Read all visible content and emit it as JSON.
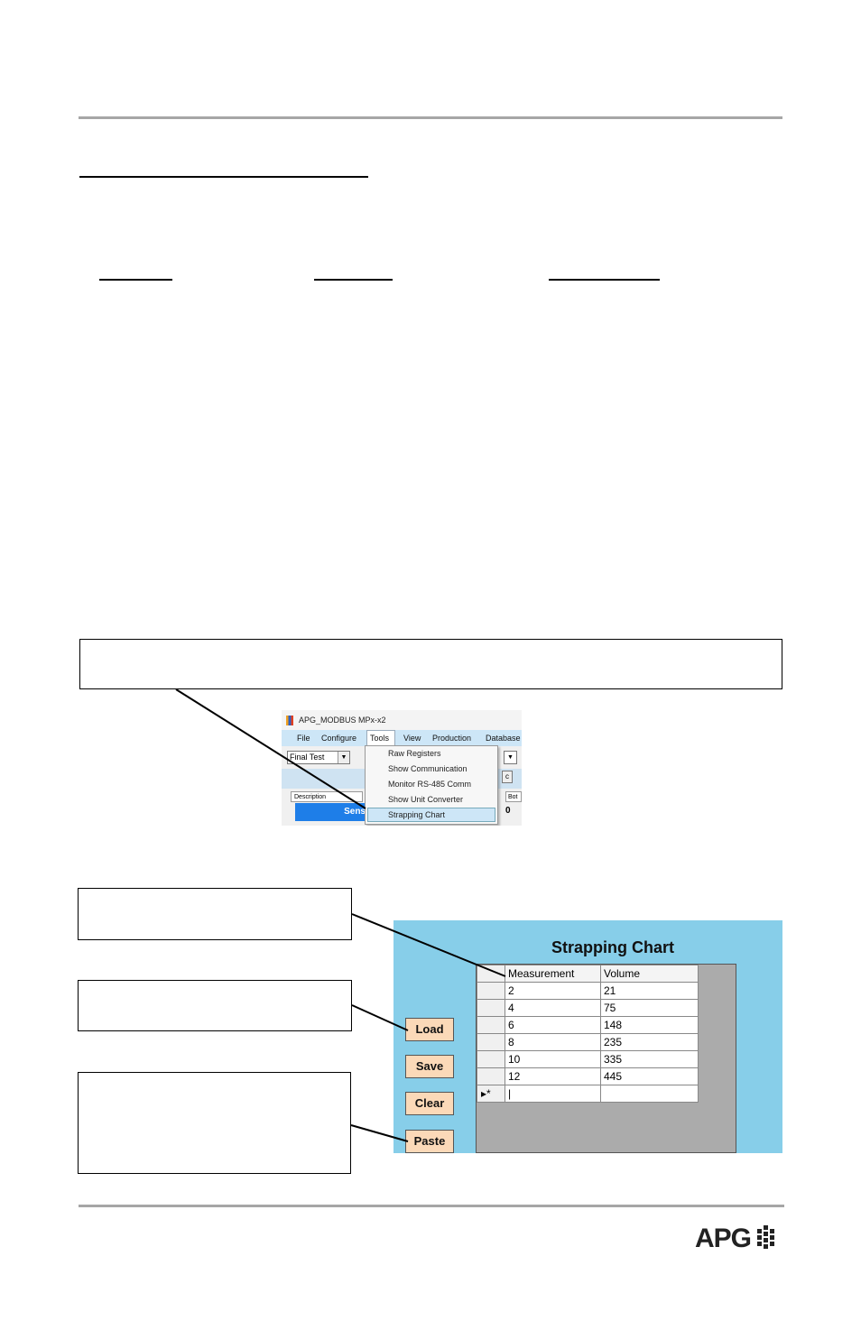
{
  "tools_screenshot": {
    "window_title": "APG_MODBUS MPx-x2",
    "menu": [
      "File",
      "Configure",
      "Tools",
      "View",
      "Production",
      "Database"
    ],
    "profile_select": "Final Test",
    "button_c": "c",
    "grid_header_description": "Description",
    "grid_header_bot": "Bot",
    "sensor_cell": "Sens",
    "value_cell": "0",
    "tools_items": [
      "Raw Registers",
      "Show Communication",
      "Monitor RS-485 Comm",
      "Show Unit Converter",
      "Strapping Chart"
    ]
  },
  "strapping_chart": {
    "title": "Strapping Chart",
    "columns": [
      "Measurement",
      "Volume"
    ],
    "rows": [
      [
        "2",
        "21"
      ],
      [
        "4",
        "75"
      ],
      [
        "6",
        "148"
      ],
      [
        "8",
        "235"
      ],
      [
        "10",
        "335"
      ],
      [
        "12",
        "445"
      ]
    ],
    "new_row_marker": "▸*",
    "buttons": {
      "load": "Load",
      "save": "Save",
      "clear": "Clear",
      "paste": "Paste"
    }
  },
  "footer": {
    "logo": "APG"
  }
}
